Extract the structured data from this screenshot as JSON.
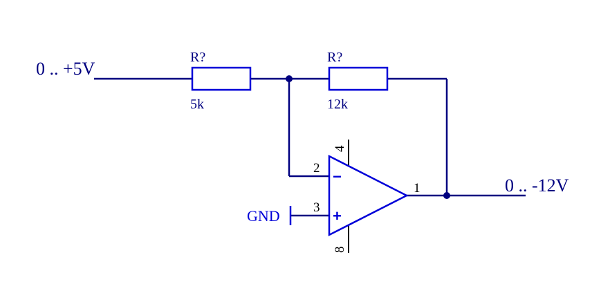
{
  "nets": {
    "input_label": "0 .. +5V",
    "output_label": "0 .. -12V",
    "ground_label": "GND"
  },
  "resistors": [
    {
      "designator": "R?",
      "value": "5k"
    },
    {
      "designator": "R?",
      "value": "12k"
    }
  ],
  "opamp": {
    "pins": {
      "inverting": "2",
      "non_inverting": "3",
      "output": "1",
      "supply_top": "4",
      "supply_bottom": "8"
    },
    "inverting_sign": "−",
    "non_inverting_sign": "+"
  },
  "colors": {
    "wire": "#000080",
    "component": "#0000d8",
    "pin": "#000000",
    "background": "#ffffff"
  }
}
